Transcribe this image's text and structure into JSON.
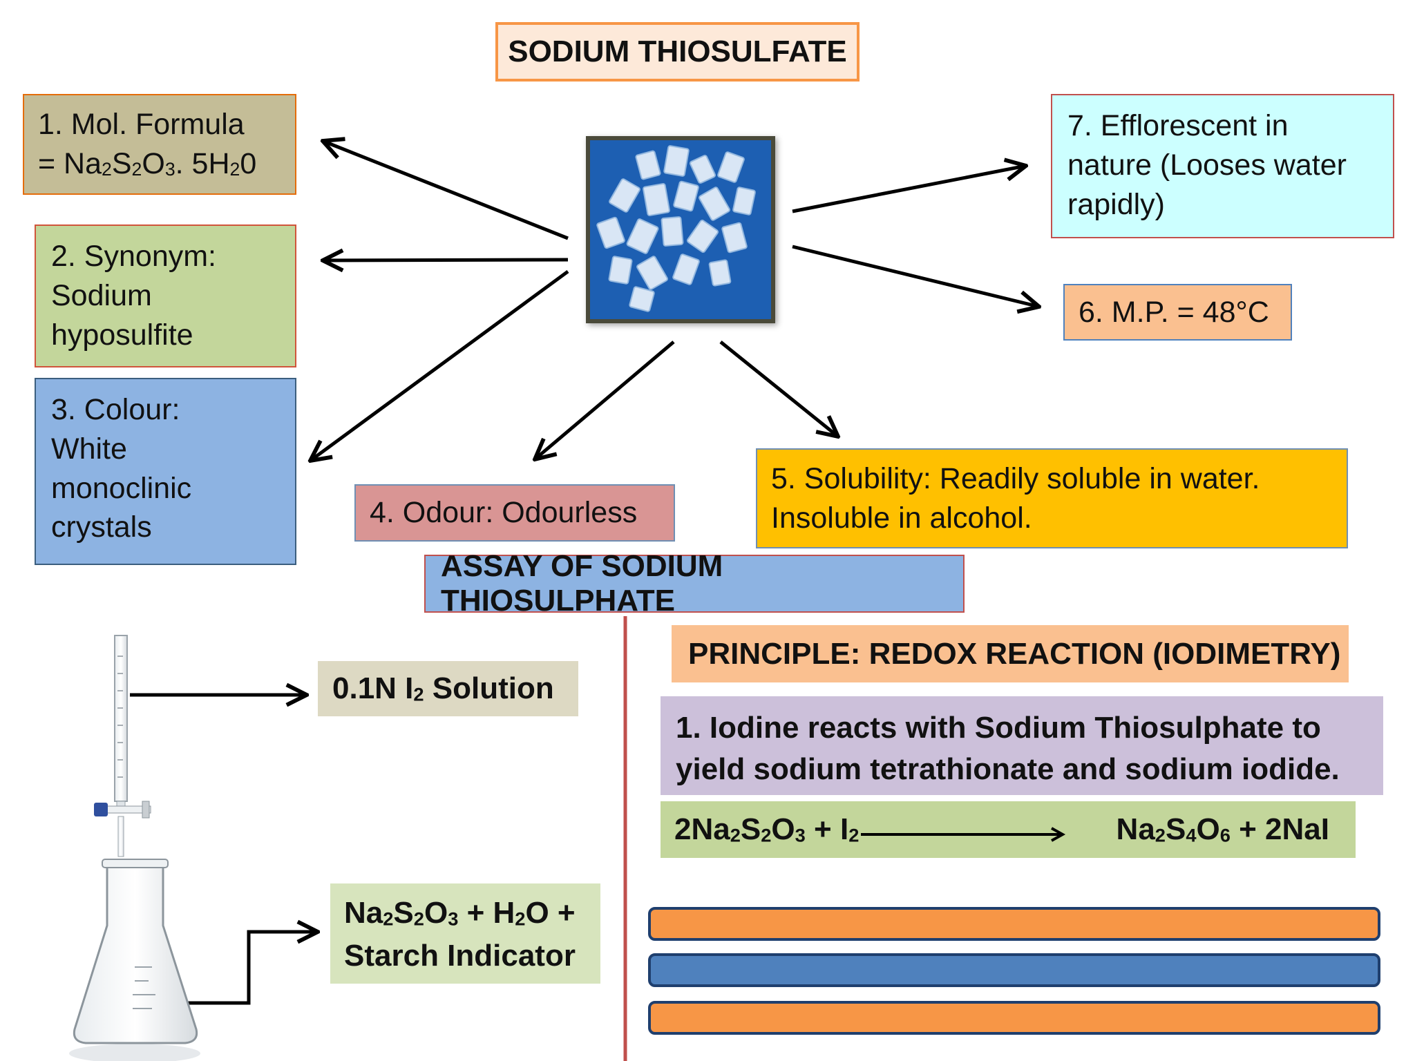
{
  "title": "SODIUM THIOSULFATE",
  "properties": {
    "p1": {
      "line1": "1. Mol. Formula",
      "line2_prefix": "= Na",
      "f_a": "2",
      "f_b": "S",
      "f_c": "2",
      "f_d": "O",
      "f_e": "3",
      "f_f": ". 5H",
      "f_g": "2",
      "f_h": "0"
    },
    "p2": {
      "line1": "2. Synonym:",
      "line2": "Sodium",
      "line3": "hyposulfite"
    },
    "p3": {
      "line1": "3. Colour:",
      "line2": "White",
      "line3": "monoclinic",
      "line4": "crystals"
    },
    "p4": {
      "text": "4. Odour: Odourless"
    },
    "p5": {
      "line1": "5. Solubility: Readily soluble in water.",
      "line2": "Insoluble in alcohol."
    },
    "p6": {
      "text": "6. M.P. = 48°C"
    },
    "p7": {
      "line1": "7. Efflorescent in",
      "line2": "nature (Looses water",
      "line3": "rapidly)"
    }
  },
  "assay": {
    "title": "ASSAY OF SODIUM THIOSULPHATE",
    "principle": "PRINCIPLE: REDOX REACTION (IODIMETRY)",
    "desc_line1": "1. Iodine reacts with Sodium Thiosulphate to",
    "desc_line2": "yield sodium tetrathionate and sodium iodide.",
    "equation": {
      "l_a": "2Na",
      "l_b": "2",
      "l_c": "S",
      "l_d": "2",
      "l_e": "O",
      "l_f": "3",
      "l_g": " + I",
      "l_h": "2",
      "r_a": "Na",
      "r_b": "2",
      "r_c": "S",
      "r_d": "4",
      "r_e": "O",
      "r_f": "6",
      "r_g": " + 2NaI"
    },
    "burette_label": {
      "a": "0.1N I",
      "b": "2",
      "c": " Solution"
    },
    "flask_label": {
      "a": "Na",
      "b": "2",
      "c": "S",
      "d": "2",
      "e": "O",
      "f": "3",
      "g": " + H",
      "h": "2",
      "i": "O +",
      "line2": "Starch Indicator"
    }
  },
  "colors": {
    "title_border": "#f79646",
    "divider": "#c0504d",
    "bar_orange": "#f79646",
    "bar_blue": "#4f81bd"
  },
  "icons": [
    "sodium-thiosulfate-crystals-photo",
    "burette-icon",
    "conical-flask-icon"
  ]
}
